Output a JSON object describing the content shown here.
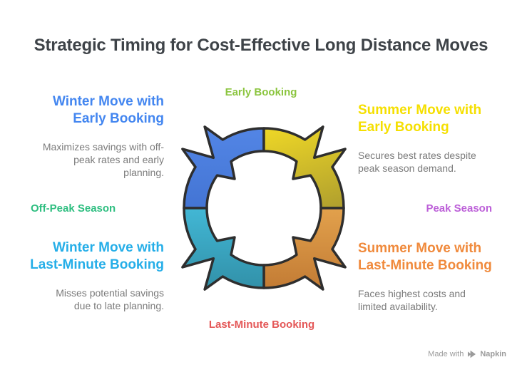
{
  "title": "Strategic Timing for Cost-Effective Long Distance Moves",
  "title_color": "#3E4348",
  "axis_labels": {
    "top": {
      "text": "Early Booking",
      "color": "#8BC53F"
    },
    "left": {
      "text": "Off-Peak Season",
      "color": "#2EBE80"
    },
    "right": {
      "text": "Peak Season",
      "color": "#BC5FD8"
    },
    "bottom": {
      "text": "Last-Minute Booking",
      "color": "#E45757"
    }
  },
  "quadrants": [
    {
      "position": "top-left",
      "title": "Winter Move with Early Booking",
      "description": "Maximizes savings with off-peak rates and early planning.",
      "color": "#4386F0"
    },
    {
      "position": "top-right",
      "title": "Summer Move with Early Booking",
      "description": "Secures best rates despite peak season demand.",
      "color": "#F5DF00"
    },
    {
      "position": "bottom-left",
      "title": "Winter Move with Last-Minute Booking",
      "description": "Misses potential savings due to late planning.",
      "color": "#25AEE8"
    },
    {
      "position": "bottom-right",
      "title": "Summer Move with Last-Minute Booking",
      "description": "Faces highest costs and limited availability.",
      "color": "#F08A3C"
    }
  ],
  "description_color": "#7B7B7B",
  "diagram": {
    "outline": "#2E2E2E",
    "segments": {
      "top_left": {
        "light": "#5588E8",
        "dark": "#4273D2"
      },
      "top_right": {
        "light": "#EFD826",
        "dark": "#A8982F"
      },
      "bottom_left": {
        "light": "#42B7D5",
        "dark": "#2F8BA2"
      },
      "bottom_right": {
        "light": "#E2A14C",
        "dark": "#BE7631"
      }
    }
  },
  "footer": {
    "made_with": "Made with",
    "brand": "Napkin",
    "color": "#9B9B9B"
  }
}
